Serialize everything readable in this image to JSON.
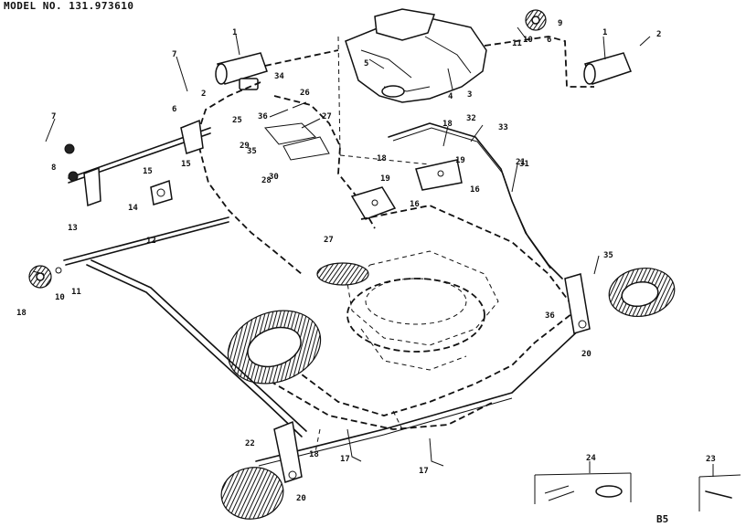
{
  "header": {
    "model_label": "MODEL NO. 131.973610"
  },
  "footer": {
    "page_code": "B5"
  },
  "callouts": [
    {
      "label": "1"
    },
    {
      "label": "2"
    },
    {
      "label": "3"
    },
    {
      "label": "4"
    },
    {
      "label": "5"
    },
    {
      "label": "6"
    },
    {
      "label": "7"
    },
    {
      "label": "8"
    },
    {
      "label": "9"
    },
    {
      "label": "10"
    },
    {
      "label": "11"
    },
    {
      "label": "12"
    },
    {
      "label": "13"
    },
    {
      "label": "14"
    },
    {
      "label": "15"
    },
    {
      "label": "16"
    },
    {
      "label": "17"
    },
    {
      "label": "18"
    },
    {
      "label": "19"
    },
    {
      "label": "20"
    },
    {
      "label": "21"
    },
    {
      "label": "22"
    },
    {
      "label": "23"
    },
    {
      "label": "24"
    },
    {
      "label": "25"
    },
    {
      "label": "26"
    },
    {
      "label": "27"
    },
    {
      "label": "28"
    },
    {
      "label": "29"
    },
    {
      "label": "30"
    },
    {
      "label": "31"
    },
    {
      "label": "32"
    },
    {
      "label": "33"
    },
    {
      "label": "34"
    },
    {
      "label": "35"
    },
    {
      "label": "36"
    }
  ]
}
